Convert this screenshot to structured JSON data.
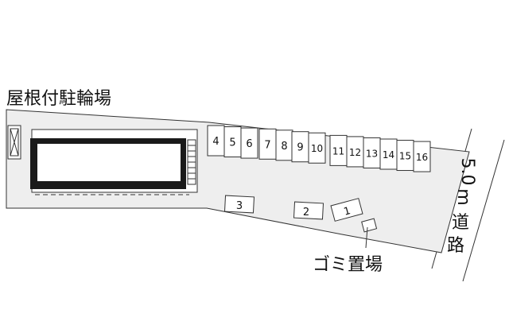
{
  "labels": {
    "bicycle_parking": "屋根付駐輪場",
    "garbage": "ゴミ置場",
    "road_width": "5.0",
    "road_unit": "m",
    "road_char_1": "道",
    "road_char_2": "路"
  },
  "parking_spaces": {
    "row": [
      "4",
      "5",
      "6",
      "7",
      "8",
      "9",
      "10",
      "11",
      "12",
      "13",
      "14",
      "15",
      "16"
    ],
    "loose": [
      "1",
      "2",
      "3"
    ]
  },
  "colors": {
    "site": "#eeeeee",
    "line": "#333333",
    "building": "#1a1a1a",
    "background": "#ffffff"
  }
}
